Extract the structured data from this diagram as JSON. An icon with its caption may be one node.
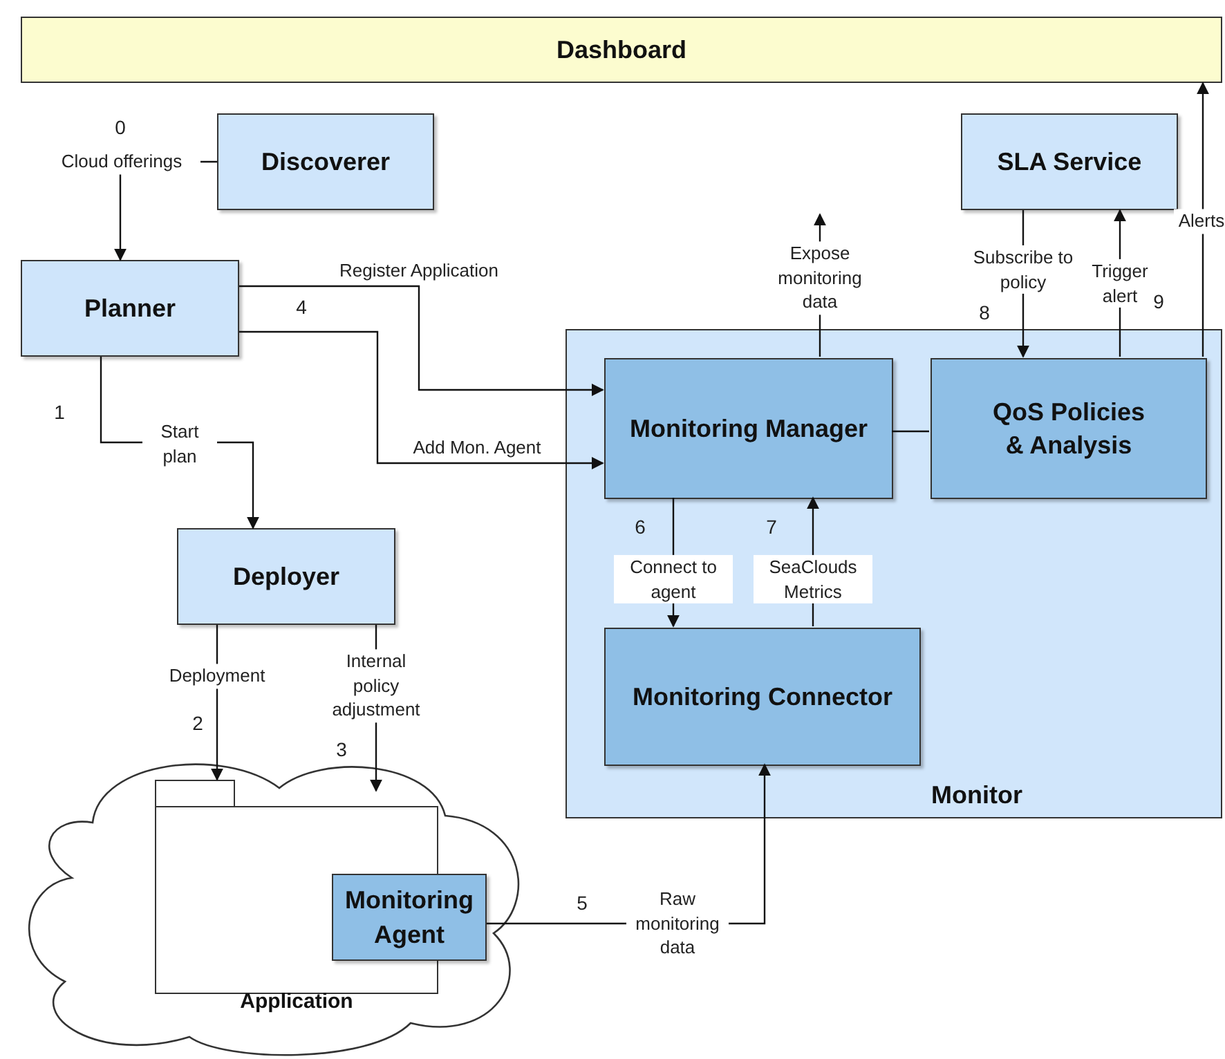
{
  "diagram": {
    "nodes": [
      {
        "text": [
          "Dashboard"
        ]
      },
      {
        "text": [
          "Discoverer"
        ]
      },
      {
        "text": [
          "Planner"
        ]
      },
      {
        "text": [
          "Deployer"
        ]
      },
      {
        "text": [
          "SLA Service"
        ]
      },
      {
        "text": [
          "Monitor"
        ]
      },
      {
        "text": [
          "Monitoring Manager"
        ],
        "in": 5
      },
      {
        "text": [
          "QoS Policies & Analysis"
        ],
        "in": 5
      },
      {
        "text": [
          "Monitoring Connector"
        ],
        "in": 5
      },
      {
        "text": [],
        "shape": "cloud"
      },
      {
        "text": [
          "Application"
        ],
        "in": 9
      },
      {
        "text": [
          "Monitoring Agent"
        ],
        "in": 9
      }
    ],
    "edges": [
      {
        "from": 1,
        "to": 2,
        "arrow": "to",
        "label": "Cloud offerings"
      },
      {
        "from": 2,
        "to": 3,
        "arrow": "to",
        "label": "Start plan"
      },
      {
        "from": 2,
        "to": 6,
        "arrow": "to",
        "label": "Register Application"
      },
      {
        "from": 2,
        "to": 6,
        "arrow": "to",
        "label": "Add Mon. Agent"
      },
      {
        "from": 3,
        "to": 10,
        "arrow": "to",
        "label": "Deployment"
      },
      {
        "from": 3,
        "to": 9,
        "arrow": "to",
        "label": "Internal policy adjustment"
      },
      {
        "from": 11,
        "to": 8,
        "arrow": "to",
        "label": "Raw monitoring data"
      },
      {
        "from": 6,
        "to": 8,
        "arrow": "to",
        "label": "Connect to agent"
      },
      {
        "from": 8,
        "to": 6,
        "arrow": "to",
        "label": "SeaClouds Metrics"
      },
      {
        "from": 6,
        "to": null,
        "arrow": "to",
        "label": "Expose monitoring data"
      },
      {
        "from": 4,
        "to": 7,
        "arrow": "to",
        "label": "Subscribe to policy"
      },
      {
        "from": 7,
        "to": 4,
        "arrow": "to",
        "label": "Trigger alert"
      },
      {
        "from": 7,
        "to": 0,
        "arrow": "to",
        "label": "Alerts"
      },
      {
        "from": 6,
        "to": 7,
        "arrow": "none"
      }
    ],
    "labels": [
      "0",
      "4",
      "8",
      "9",
      "1",
      "6",
      "7",
      "2",
      "3",
      "5"
    ]
  }
}
